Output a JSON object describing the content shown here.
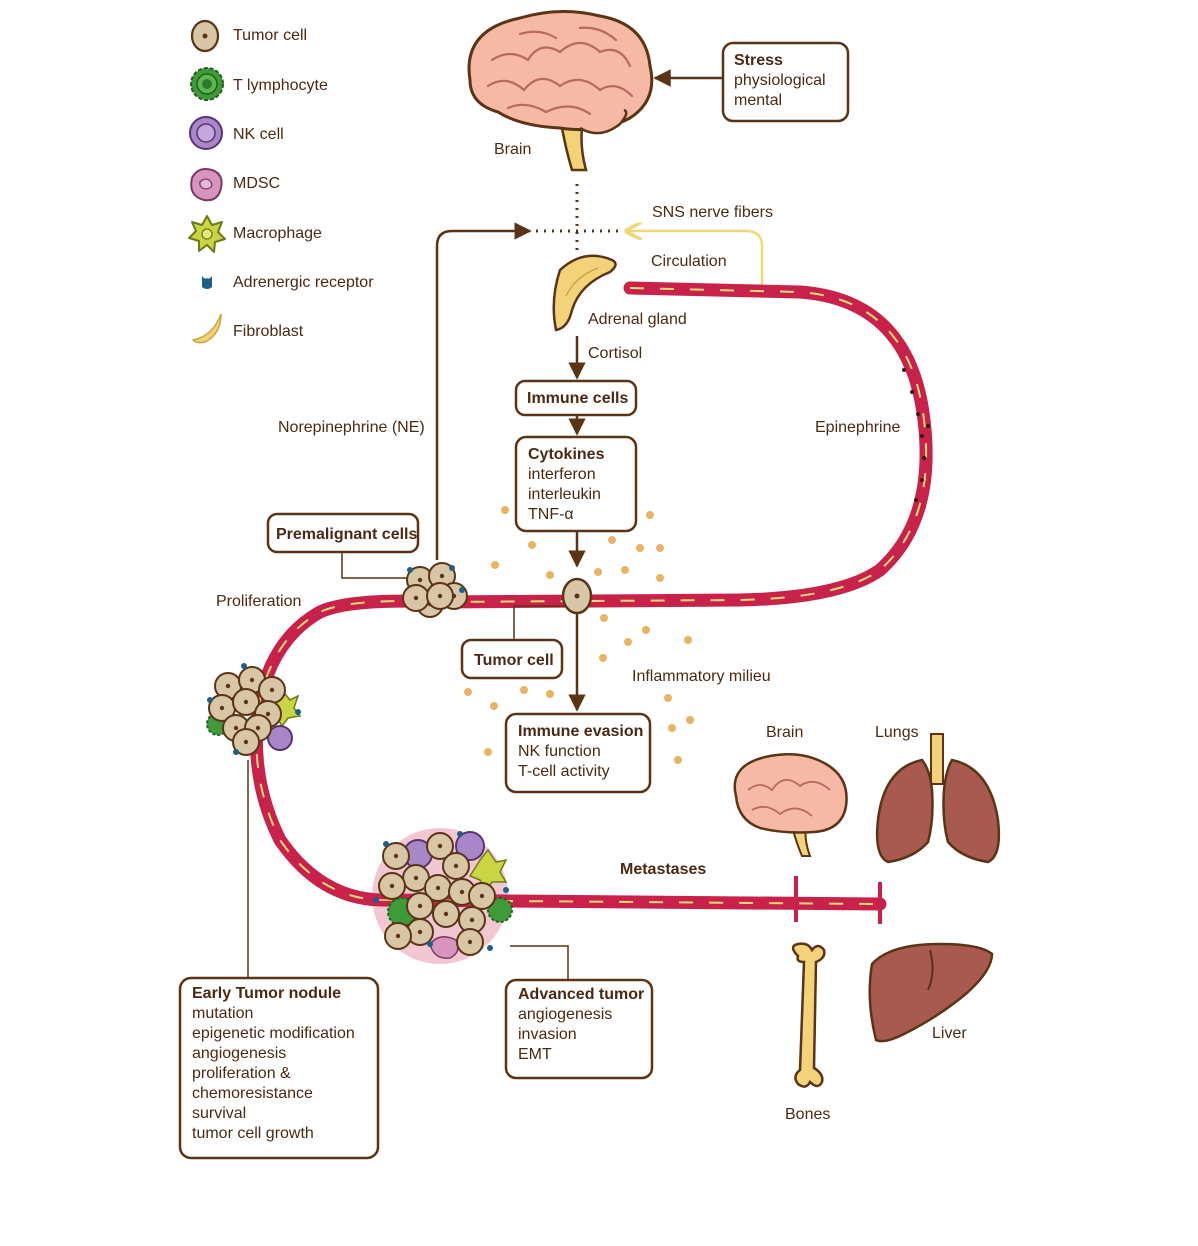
{
  "colors": {
    "ink": "#5a3416",
    "vessel": "#c8224a",
    "vessel_dark": "#8e1530",
    "nerve": "#f0d97a",
    "tumor_cell": "#d8c6a6",
    "t_lymphocyte": "#3f9a3a",
    "nk_cell": "#a887c9",
    "mdsc": "#d694be",
    "macrophage": "#cbd443",
    "receptor": "#1d5f87",
    "fibroblast": "#f2d37a",
    "brain": "#f6b9a5",
    "organ": "#a85a50",
    "dots": "#e4b564"
  },
  "legend": [
    {
      "label": "Tumor cell",
      "icon": "tumor-cell-icon"
    },
    {
      "label": "T lymphocyte",
      "icon": "t-lymphocyte-icon"
    },
    {
      "label": "NK cell",
      "icon": "nk-cell-icon"
    },
    {
      "label": "MDSC",
      "icon": "mdsc-icon"
    },
    {
      "label": "Macrophage",
      "icon": "macrophage-icon"
    },
    {
      "label": "Adrenergic receptor",
      "icon": "adrenergic-receptor-icon"
    },
    {
      "label": "Fibroblast",
      "icon": "fibroblast-icon"
    }
  ],
  "labels": {
    "brain": "Brain",
    "sns": "SNS nerve fibers",
    "circulation": "Circulation",
    "adrenal": "Adrenal gland",
    "cortisol": "Cortisol",
    "norepinephrine": "Norepinephrine (NE)",
    "epinephrine": "Epinephrine",
    "proliferation": "Proliferation",
    "inflammatory": "Inflammatory milieu",
    "metastases": "Metastases",
    "met_brain": "Brain",
    "lungs": "Lungs",
    "liver": "Liver",
    "bones": "Bones"
  },
  "boxes": {
    "stress": {
      "title": "Stress",
      "lines": [
        "physiological",
        "mental"
      ]
    },
    "immune_cells": {
      "title": "Immune cells",
      "lines": []
    },
    "cytokines": {
      "title": "Cytokines",
      "lines": [
        "interferon",
        "interleukin",
        "TNF-α"
      ]
    },
    "premalignant": {
      "title": "Premalignant cells",
      "lines": []
    },
    "tumor_cell": {
      "title": "Tumor cell",
      "lines": []
    },
    "immune_evasion": {
      "title": "Immune evasion",
      "lines": [
        "NK function",
        "T-cell activity"
      ]
    },
    "early_nodule": {
      "title": "Early Tumor nodule",
      "lines": [
        "mutation",
        "epigenetic modification",
        "angiogenesis",
        "proliferation &",
        "chemoresistance",
        "survival",
        "tumor cell growth"
      ]
    },
    "advanced": {
      "title": "Advanced tumor",
      "lines": [
        "angiogenesis",
        "invasion",
        "EMT"
      ]
    }
  }
}
